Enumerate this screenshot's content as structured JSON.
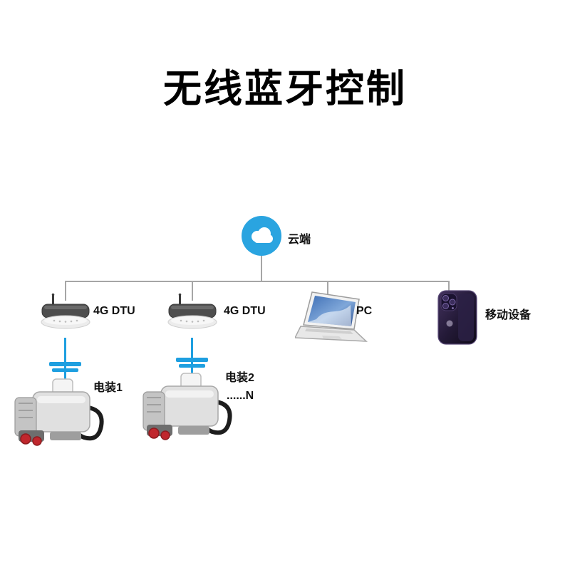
{
  "title": "无线蓝牙控制",
  "cloud": {
    "label": "云端"
  },
  "devices": {
    "dtu1": {
      "label": "4G DTU"
    },
    "dtu2": {
      "label": "4G DTU"
    },
    "pc": {
      "label": "PC"
    },
    "mobile": {
      "label": "移动设备"
    }
  },
  "actuators": {
    "a1": {
      "label": "电装1"
    },
    "a2": {
      "label": "电装2",
      "more": "......N"
    }
  },
  "colors": {
    "cloud_blue": "#2aa4e0",
    "link_blue": "#1e9fe0",
    "line_gray": "#a6a6a6",
    "text": "#000000"
  }
}
